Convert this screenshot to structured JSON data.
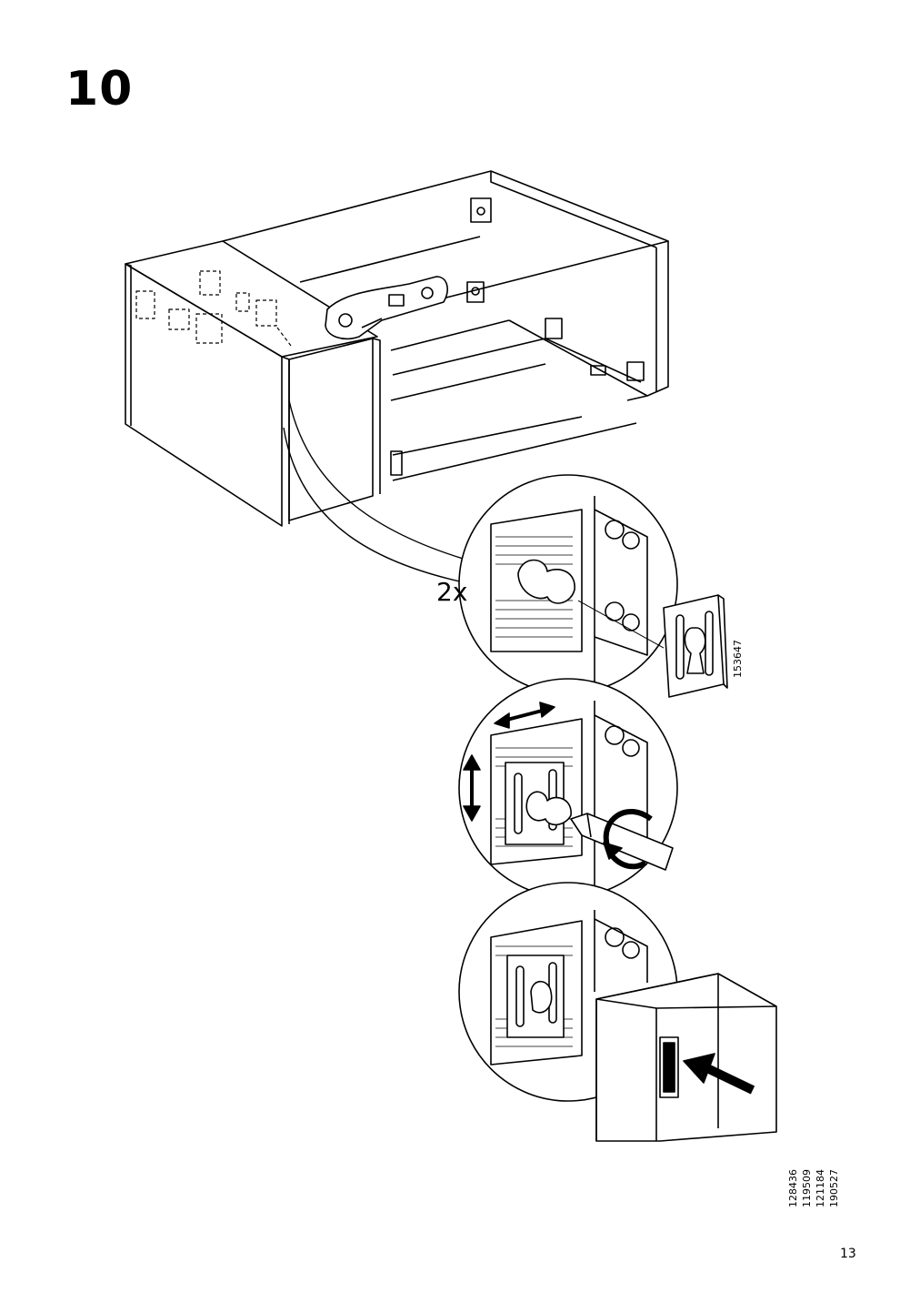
{
  "step": {
    "number": "10"
  },
  "detail": {
    "quantity": "2x"
  },
  "reference_codes": {
    "bracket": "153647",
    "door": [
      "128436",
      "119509",
      "121184",
      "190527"
    ]
  },
  "page": {
    "number": "13"
  },
  "icons": {
    "cabinet": "cabinet-frame-drawing",
    "hinge": "hinge-mechanism-drawing",
    "zoom_line": "zoom-callout-line",
    "bracket": "mounting-bracket-icon",
    "adjust_h": "double-arrow-horizontal-icon",
    "adjust_v": "double-arrow-vertical-icon",
    "screwdriver": "screwdriver-icon",
    "rotate": "rotate-arrow-icon",
    "door_panel": "door-panel-drawing",
    "insert": "push-arrow-icon",
    "logo": "ikea-logo"
  }
}
